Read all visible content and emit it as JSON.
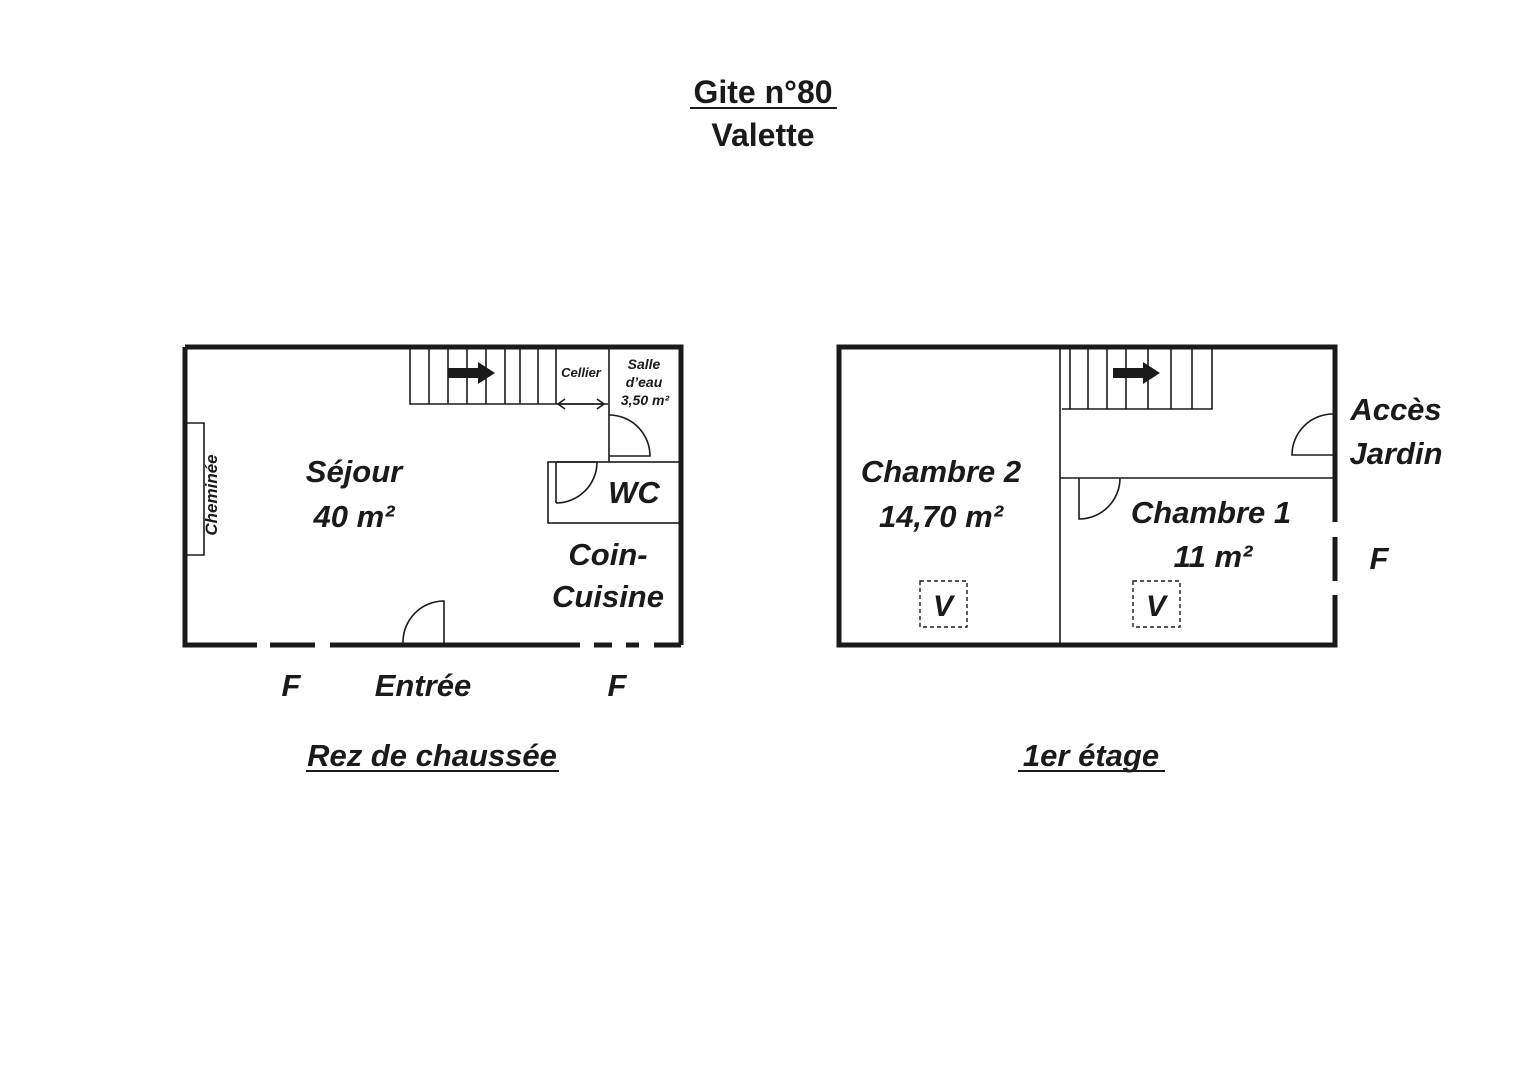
{
  "header": {
    "title": "Gite n°80",
    "subtitle": "Valette"
  },
  "ground_floor": {
    "caption": "Rez de chaussée",
    "rooms": {
      "sejour_name": "Séjour",
      "sejour_area": "40 m²",
      "chimney": "Cheminée",
      "cellier": "Cellier",
      "salle_line1": "Salle",
      "salle_line2": "d’eau",
      "salle_area": "3,50 m²",
      "wc": "WC",
      "kitchen_line1": "Coin-",
      "kitchen_line2": "Cuisine"
    },
    "exterior": {
      "window_left": "F",
      "entrance": "Entrée",
      "window_right": "F"
    }
  },
  "first_floor": {
    "caption": "1er étage",
    "rooms": {
      "ch2_name": "Chambre 2",
      "ch2_area": "14,70 m²",
      "ch1_name": "Chambre 1",
      "ch1_area": "11 m²",
      "closet_left": "V",
      "closet_right": "V"
    },
    "exterior": {
      "garden_line1": "Accès",
      "garden_line2": "Jardin",
      "window_right": "F"
    }
  },
  "colors": {
    "ink": "#1a1a1a",
    "background": "#ffffff"
  }
}
